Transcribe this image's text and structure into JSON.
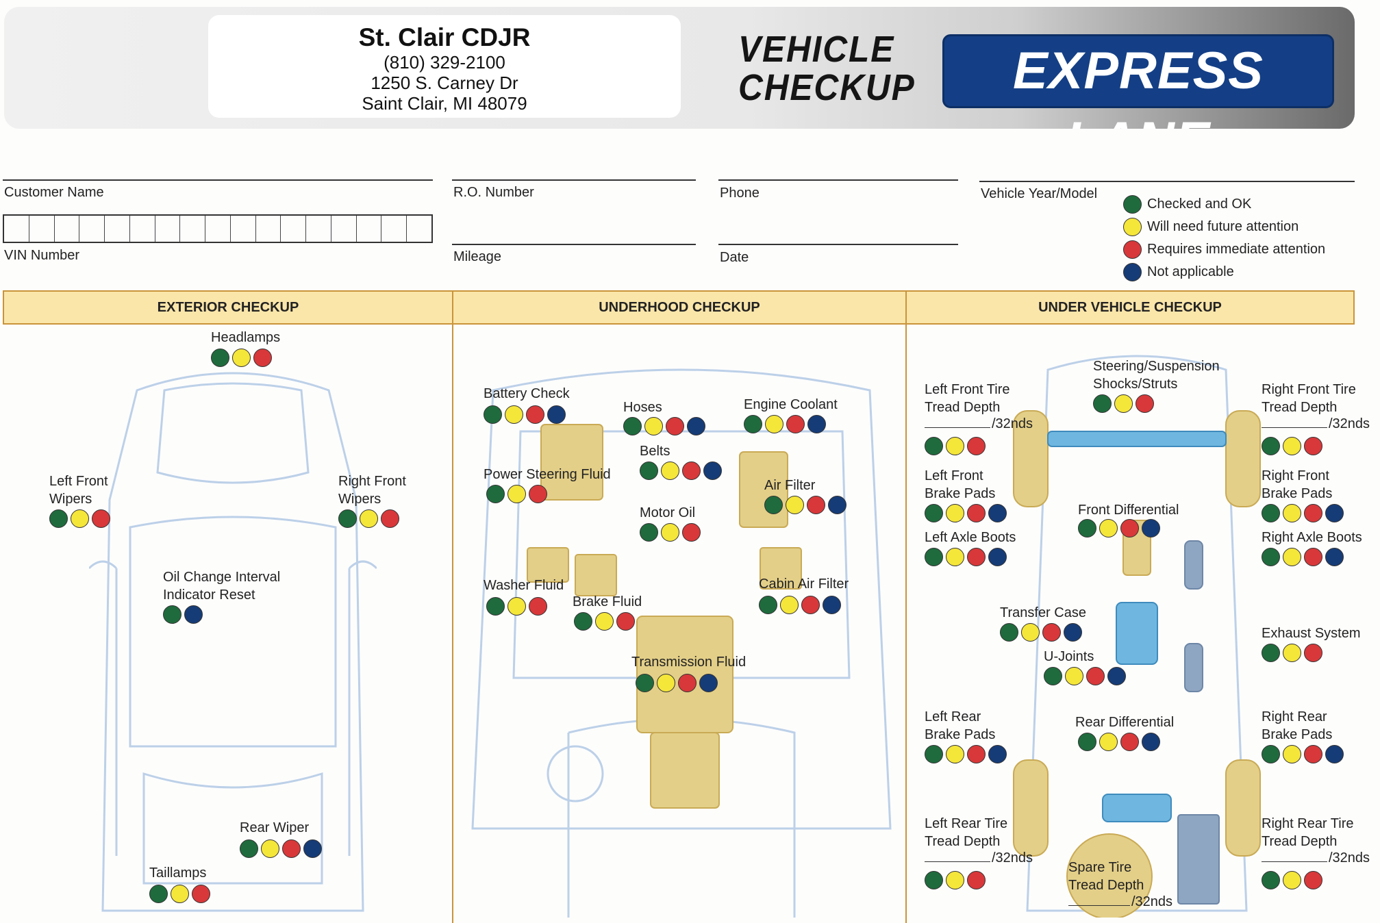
{
  "header": {
    "dealer_name": "St. Clair CDJR",
    "dealer_phone": "(810) 329-2100",
    "dealer_street": "1250 S. Carney Dr",
    "dealer_city": "Saint Clair, MI 48079",
    "title_line1": "VEHICLE",
    "title_line2": "CHECKUP",
    "badge": "EXPRESS LANE"
  },
  "form": {
    "customer_name": "Customer Name",
    "ro_number": "R.O. Number",
    "phone": "Phone",
    "vehicle_year_model": "Vehicle Year/Model",
    "vin_number": "VIN Number",
    "mileage": "Mileage",
    "date": "Date"
  },
  "legend": [
    {
      "color": "#1f6b3d",
      "label": "Checked and OK"
    },
    {
      "color": "#f5e63a",
      "label": "Will need future attention"
    },
    {
      "color": "#d8383a",
      "label": "Requires immediate attention"
    },
    {
      "color": "#163c77",
      "label": "Not applicable"
    }
  ],
  "sections": {
    "exterior": "EXTERIOR CHECKUP",
    "underhood": "UNDERHOOD CHECKUP",
    "under_vehicle": "UNDER VEHICLE CHECKUP"
  },
  "exterior": {
    "headlamps": "Headlamps",
    "left_front_wipers_1": "Left Front",
    "left_front_wipers_2": "Wipers",
    "right_front_wipers_1": "Right Front",
    "right_front_wipers_2": "Wipers",
    "oil_change_1": "Oil Change Interval",
    "oil_change_2": "Indicator Reset",
    "rear_wiper": "Rear Wiper",
    "taillamps": "Taillamps"
  },
  "underhood": {
    "battery": "Battery Check",
    "hoses": "Hoses",
    "engine_coolant": "Engine Coolant",
    "belts": "Belts",
    "power_steering": "Power Steering Fluid",
    "air_filter": "Air Filter",
    "motor_oil": "Motor Oil",
    "washer_fluid": "Washer Fluid",
    "brake_fluid": "Brake Fluid",
    "cabin_air_filter": "Cabin Air Filter",
    "transmission_fluid": "Transmission Fluid"
  },
  "under_vehicle": {
    "lf_tire_1": "Left Front Tire",
    "lf_tire_2": "Tread Depth",
    "steering_1": "Steering/Suspension",
    "steering_2": "Shocks/Struts",
    "rf_tire_1": "Right Front Tire",
    "rf_tire_2": "Tread Depth",
    "nds": "/32nds",
    "lf_brake_1": "Left Front",
    "lf_brake_2": "Brake Pads",
    "rf_brake_1": "Right Front",
    "rf_brake_2": "Brake Pads",
    "front_diff": "Front Differential",
    "left_axle": "Left Axle Boots",
    "right_axle": "Right Axle Boots",
    "transfer_case": "Transfer Case",
    "exhaust": "Exhaust System",
    "ujoints": "U-Joints",
    "lr_brake_1": "Left Rear",
    "lr_brake_2": "Brake Pads",
    "rear_diff": "Rear Differential",
    "rr_brake_1": "Right Rear",
    "rr_brake_2": "Brake Pads",
    "lr_tire_1": "Left Rear Tire",
    "lr_tire_2": "Tread Depth",
    "rr_tire_1": "Right Rear Tire",
    "rr_tire_2": "Tread Depth",
    "spare_1": "Spare Tire",
    "spare_2": "Tread Depth"
  }
}
